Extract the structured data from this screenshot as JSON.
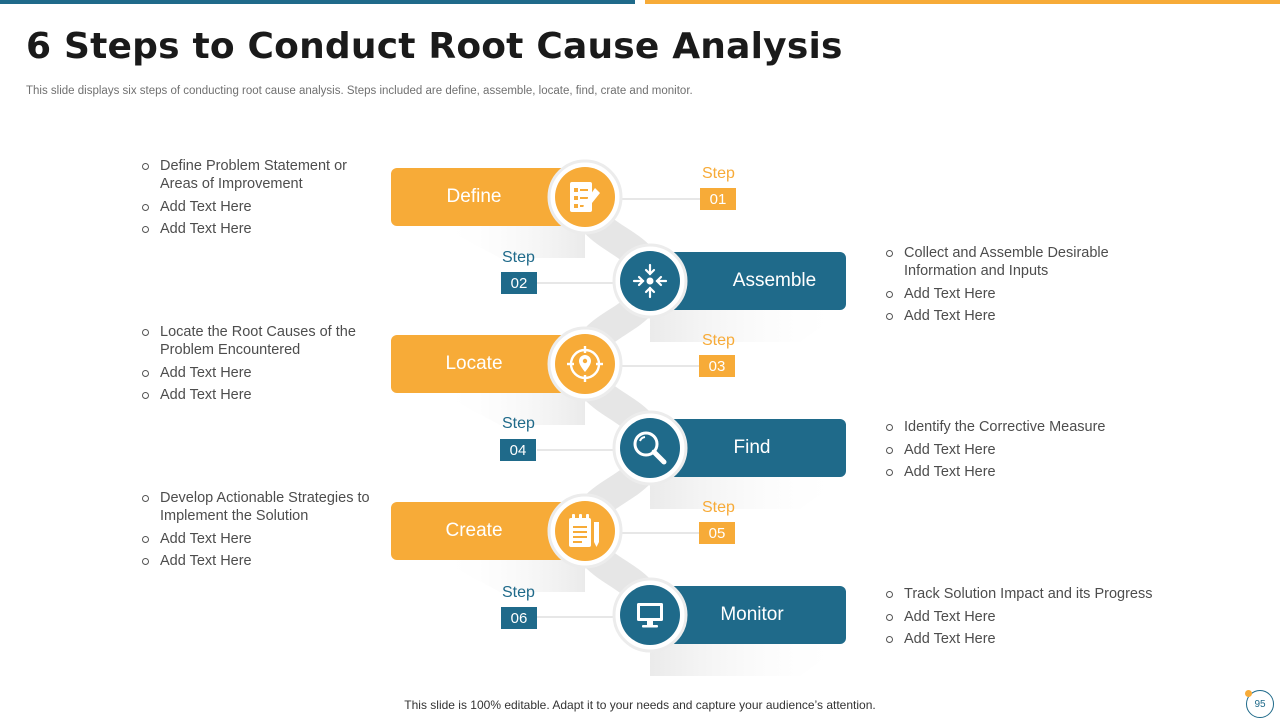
{
  "title": "6 Steps to Conduct Root Cause Analysis",
  "subtitle": "This slide displays six steps of conducting root cause analysis. Steps included are define, assemble, locate, find, crate and monitor.",
  "colors": {
    "orange": "#f7ab38",
    "blue": "#1f6a8a"
  },
  "steps": [
    {
      "label": "Define",
      "step_word": "Step",
      "number": "01",
      "icon": "checklist-icon",
      "bullets": [
        "Define Problem Statement or Areas of Improvement",
        "Add Text Here",
        "Add Text Here"
      ]
    },
    {
      "label": "Assemble",
      "step_word": "Step",
      "number": "02",
      "icon": "converge-arrows-icon",
      "bullets": [
        "Collect and Assemble Desirable Information and Inputs",
        "Add Text Here",
        "Add Text Here"
      ]
    },
    {
      "label": "Locate",
      "step_word": "Step",
      "number": "03",
      "icon": "target-location-icon",
      "bullets": [
        "Locate the Root Causes of the Problem Encountered",
        "Add Text Here",
        "Add Text Here"
      ]
    },
    {
      "label": "Find",
      "step_word": "Step",
      "number": "04",
      "icon": "magnifier-icon",
      "bullets": [
        "Identify the Corrective Measure",
        "Add Text Here",
        "Add Text Here"
      ]
    },
    {
      "label": "Create",
      "step_word": "Step",
      "number": "05",
      "icon": "notepad-pencil-icon",
      "bullets": [
        "Develop Actionable Strategies to Implement the Solution",
        "Add Text Here",
        "Add Text Here"
      ]
    },
    {
      "label": "Monitor",
      "step_word": "Step",
      "number": "06",
      "icon": "monitor-icon",
      "bullets": [
        "Track Solution Impact and its Progress",
        "Add Text Here",
        "Add Text Here"
      ]
    }
  ],
  "footer": "This slide is 100% editable. Adapt it to your needs and capture your audience’s attention.",
  "page_number": "95"
}
